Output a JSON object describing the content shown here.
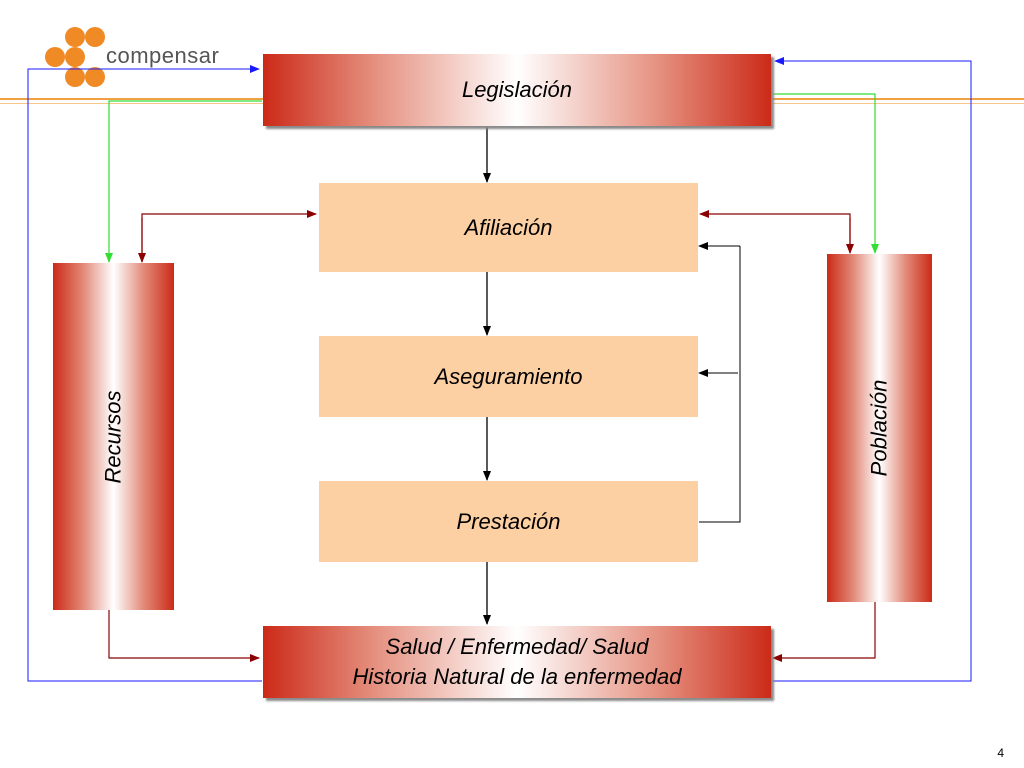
{
  "logo": {
    "text": "compensar",
    "dot_color": "#f08a24"
  },
  "header_rule_color": "#f0a040",
  "boxes": {
    "legislacion": "Legislación",
    "afiliacion": "Afiliación",
    "aseguramiento": "Aseguramiento",
    "prestacion": "Prestación",
    "recursos": "Recursos",
    "poblacion": "Población",
    "salud_line1": "Salud / Enfermedad/ Salud",
    "salud_line2": "Historia Natural de la enfermedad"
  },
  "colors": {
    "box_red": "#cc2a18",
    "box_peach": "#fdd0a4",
    "arrow_black": "#000000",
    "arrow_darkred": "#8b0000",
    "arrow_green": "#33dd33",
    "arrow_blue": "#1a1aff"
  },
  "page_number": "4"
}
